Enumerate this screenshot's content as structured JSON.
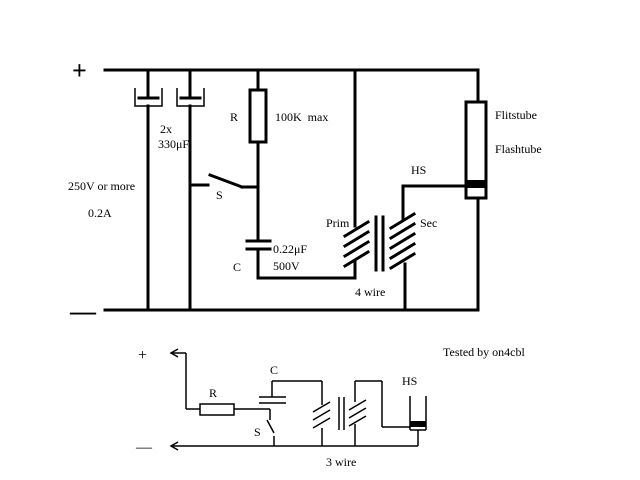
{
  "main_circuit": {
    "plus_sign": "+",
    "minus_sign": "—",
    "resistor_label": "R",
    "resistor_value": "100K  max",
    "capacitors_count": "2x",
    "capacitors_value": "330μF",
    "supply_voltage": "250V or more",
    "supply_current": "0.2A",
    "switch_label": "S",
    "trigger_cap_value": "0.22μF",
    "trigger_cap_voltage": "500V",
    "trigger_cap_label": "C",
    "primary_label": "Prim",
    "secondary_label": "Sec",
    "hs_label": "HS",
    "tube_label_nl": "Flitstube",
    "tube_label_en": "Flashtube",
    "wire_note": "4 wire"
  },
  "alt_circuit": {
    "plus_sign": "+",
    "minus_sign": "—",
    "resistor_label": "R",
    "capacitor_label": "C",
    "switch_label": "S",
    "hs_label": "HS",
    "wire_note": "3 wire"
  },
  "credit": "Tested by on4cbl"
}
